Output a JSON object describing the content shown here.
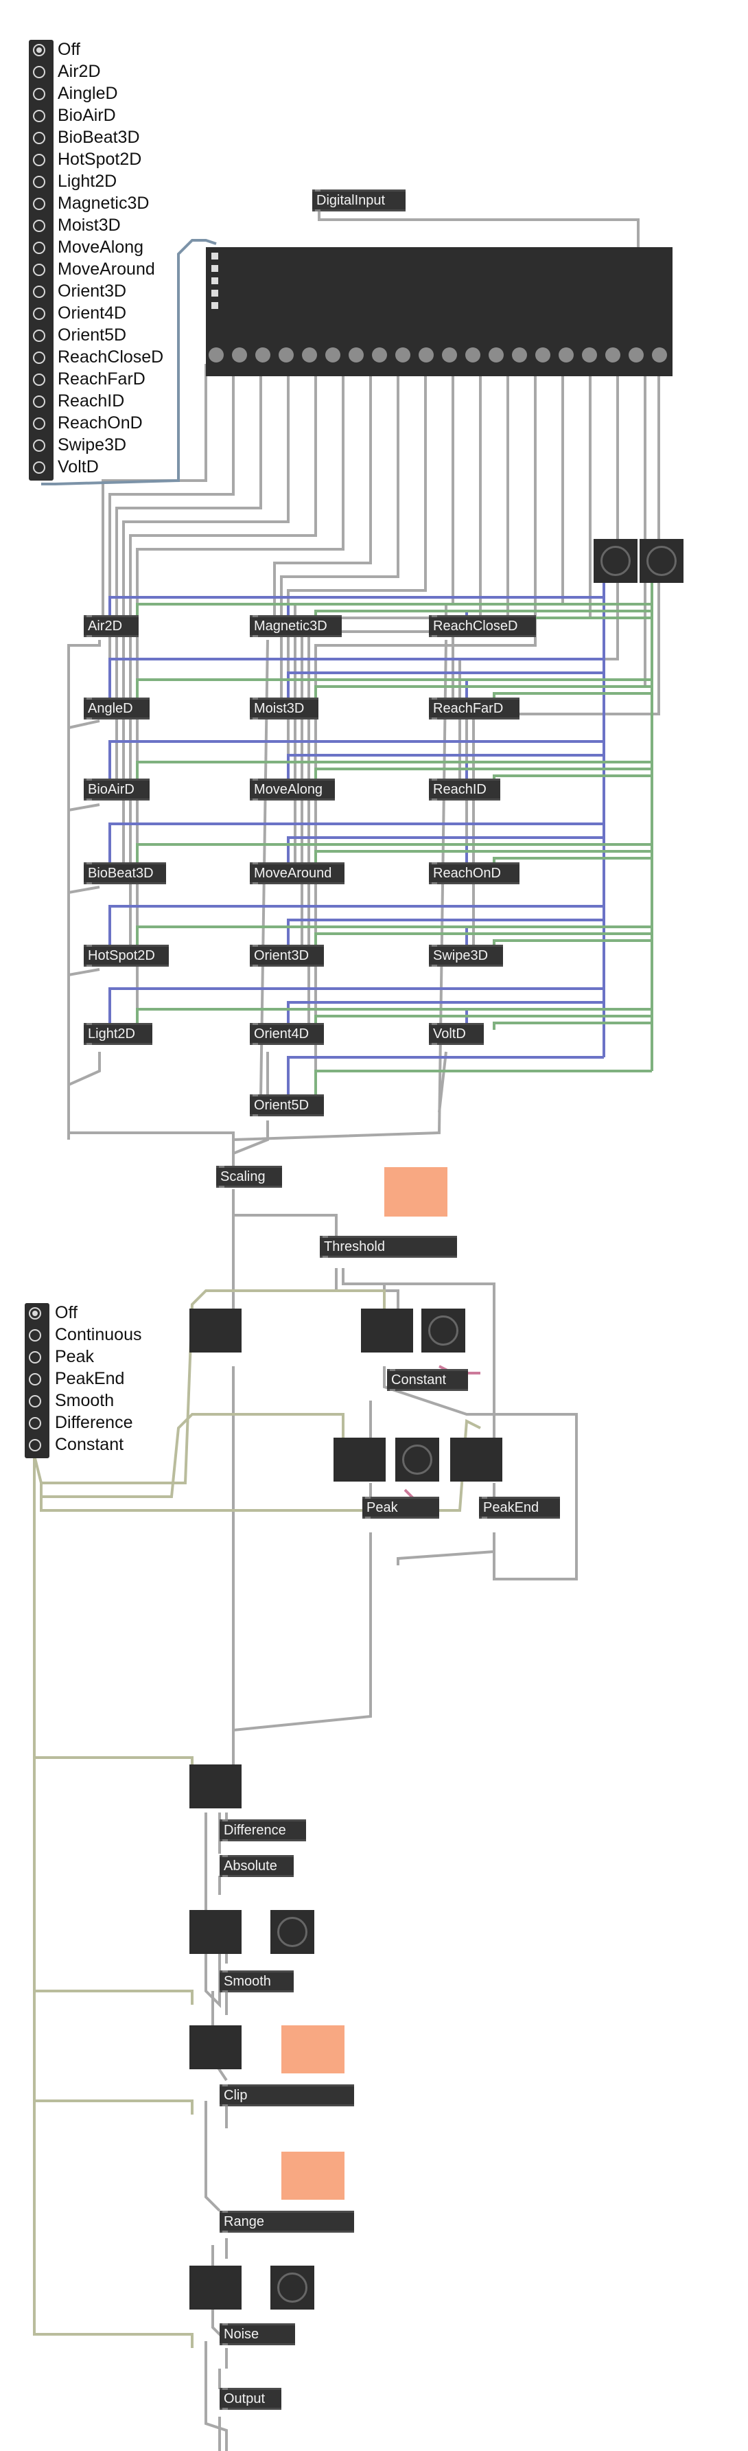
{
  "selector_1": {
    "options": [
      "Off",
      "Air2D",
      "AingleD",
      "BioAirD",
      "BioBeat3D",
      "HotSpot2D",
      "Light2D",
      "Magnetic3D",
      "Moist3D",
      "MoveAlong",
      "MoveAround",
      "Orient3D",
      "Orient4D",
      "Orient5D",
      "ReachCloseD",
      "ReachFarD",
      "ReachID",
      "ReachOnD",
      "Swipe3D",
      "VoltD"
    ],
    "selected": 0
  },
  "selector_2": {
    "options": [
      "Off",
      "Continuous",
      "Peak",
      "PeakEnd",
      "Smooth",
      "Difference",
      "Constant"
    ],
    "selected": 0
  },
  "objects": {
    "digital_input": "DigitalInput",
    "air2d": "Air2D",
    "angled": "AngleD",
    "bioaird": "BioAirD",
    "biobeat3d": "BioBeat3D",
    "hotspot2d": "HotSpot2D",
    "light2d": "Light2D",
    "magnetic3d": "Magnetic3D",
    "moist3d": "Moist3D",
    "movealong": "MoveAlong",
    "movearound": "MoveAround",
    "orient3d": "Orient3D",
    "orient4d": "Orient4D",
    "orient5d": "Orient5D",
    "reachclosed": "ReachCloseD",
    "reachfard": "ReachFarD",
    "reachid": "ReachID",
    "reachond": "ReachOnD",
    "swipe3d": "Swipe3D",
    "voltd": "VoltD",
    "scaling": "Scaling",
    "threshold": "Threshold",
    "constant": "Constant",
    "peak": "Peak",
    "peakend": "PeakEnd",
    "difference": "Difference",
    "absolute": "Absolute",
    "smooth": "Smooth",
    "clip": "Clip",
    "range": "Range",
    "noise": "Noise",
    "output": "Output"
  },
  "colors": {
    "patch_cord": "#a8a8a8",
    "signal_cord_blue": "#6b73c6",
    "signal_cord_green": "#7fb17f",
    "selector_cord": "#b9bc9c",
    "number_box": "#f8a882",
    "object_bg": "#333333"
  },
  "icons": [
    "radio-button-icon",
    "dial-icon",
    "gate-icon",
    "matrix-dot-icon"
  ]
}
